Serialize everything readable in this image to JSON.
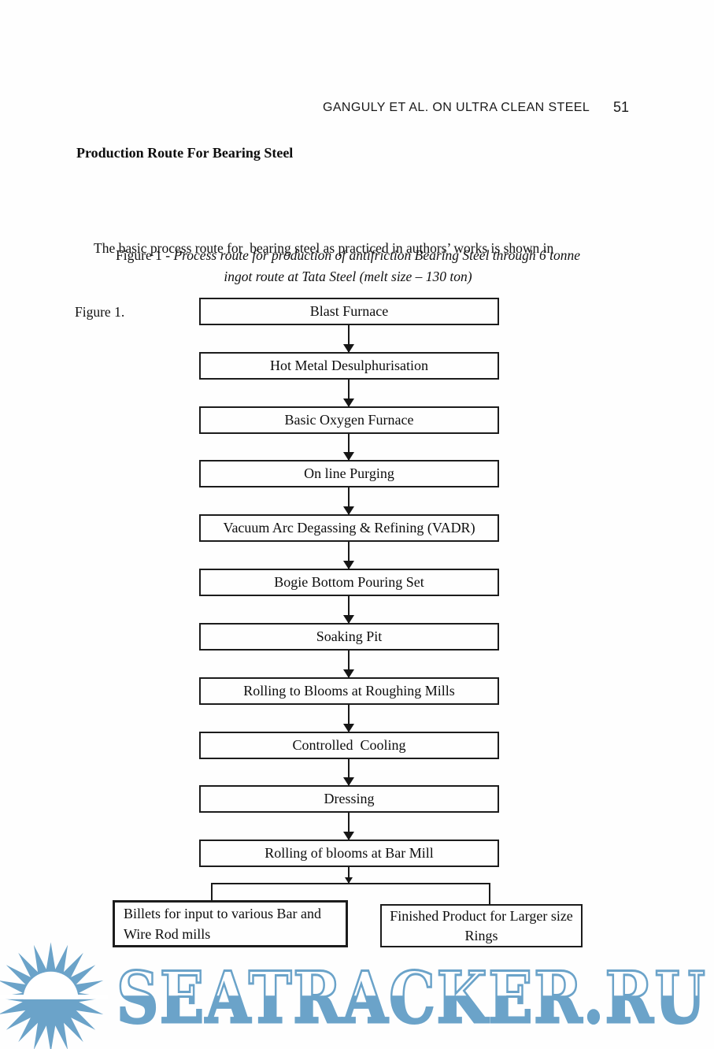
{
  "page": {
    "running_header": "GANGULY ET AL. ON ULTRA CLEAN STEEL",
    "page_number": "51",
    "section_heading": "Production Route For Bearing Steel",
    "paragraph_line1": "The basic process route for  bearing steel as practiced in authors’ works is shown in",
    "paragraph_line2": "Figure 1.",
    "figure_caption": {
      "prefix": "Figure 1 - ",
      "line1": "Process route for production of antifriction Bearing Steel through 6 tonne",
      "line2": "ingot route at Tata Steel (melt size – 130 ton)"
    }
  },
  "flowchart": {
    "steps": [
      {
        "label": "Blast Furnace"
      },
      {
        "label": "Hot Metal Desulphurisation"
      },
      {
        "label": "Basic Oxygen Furnace"
      },
      {
        "label": "On line Purging"
      },
      {
        "label": "Vacuum Arc Degassing & Refining (VADR)"
      },
      {
        "label": "Bogie Bottom Pouring Set"
      },
      {
        "label": "Soaking Pit"
      },
      {
        "label": "Rolling to Blooms at Roughing Mills"
      },
      {
        "label": "Controlled  Cooling"
      },
      {
        "label": "Dressing"
      },
      {
        "label": "Rolling of blooms at Bar Mill"
      }
    ],
    "branches": [
      {
        "label": "Billets for input to various Bar and Wire Rod mills"
      },
      {
        "label": "Finished Product for Larger size Rings"
      }
    ]
  },
  "watermark": {
    "text": "SEATRACKER.RU",
    "color": "#6ba3c9",
    "sun_icon": "sun-over-water-icon"
  }
}
